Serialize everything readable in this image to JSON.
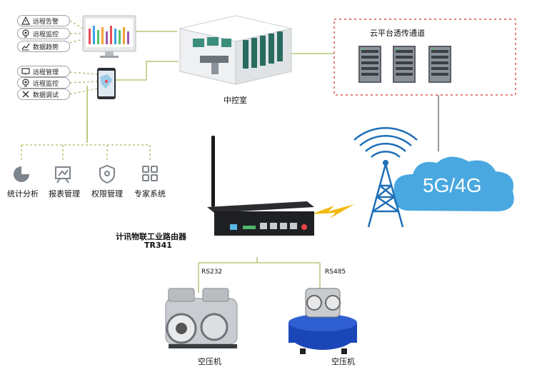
{
  "pc_buttons": [
    {
      "label": "远程告警",
      "icon": "warning-icon"
    },
    {
      "label": "远程监控",
      "icon": "monitor-icon"
    },
    {
      "label": "数据趋势",
      "icon": "chart-icon"
    }
  ],
  "phone_buttons": [
    {
      "label": "远程管理",
      "icon": "display-icon"
    },
    {
      "label": "远程监控",
      "icon": "monitor-icon"
    },
    {
      "label": "数据调试",
      "icon": "tools-icon"
    }
  ],
  "control_room_label": "中控室",
  "cloud_box_label": "云平台透传通道",
  "bottom_functions": [
    {
      "label": "统计分析",
      "icon": "pie-chart-icon"
    },
    {
      "label": "报表管理",
      "icon": "report-icon"
    },
    {
      "label": "权限管理",
      "icon": "shield-icon"
    },
    {
      "label": "专家系统",
      "icon": "grid-icon"
    }
  ],
  "network_label": "5G/4G",
  "router_name": "计讯物联工业路由器",
  "router_model": "TR341",
  "port_left": "RS232",
  "port_right": "RS485",
  "device_left": "空压机",
  "device_right": "空压机",
  "colors": {
    "line": "#b5c77a",
    "cloud": "#4aa8e0",
    "tower": "#1e6fb8",
    "dashed_box": "#d9534f",
    "bolt": "#f2b90f"
  }
}
